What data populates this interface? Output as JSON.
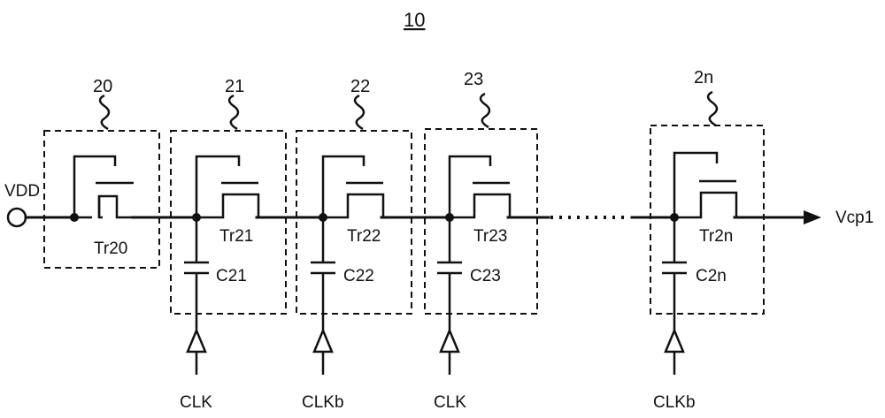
{
  "title": "10",
  "input_label": "VDD",
  "output_label": "Vcp1",
  "stages": [
    {
      "ref": "20",
      "transistor": "Tr20",
      "capacitor": "",
      "clock": ""
    },
    {
      "ref": "21",
      "transistor": "Tr21",
      "capacitor": "C21",
      "clock": "CLK"
    },
    {
      "ref": "22",
      "transistor": "Tr22",
      "capacitor": "C22",
      "clock": "CLKb"
    },
    {
      "ref": "23",
      "transistor": "Tr23",
      "capacitor": "C23",
      "clock": "CLK"
    },
    {
      "ref": "2n",
      "transistor": "Tr2n",
      "capacitor": "C2n",
      "clock": "CLKb"
    }
  ]
}
